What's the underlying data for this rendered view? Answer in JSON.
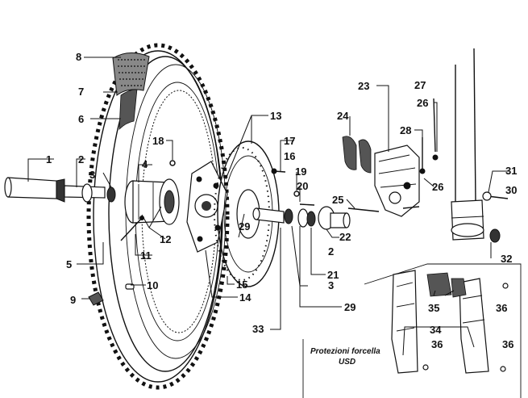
{
  "caption": {
    "line1": "Protezioni forcella",
    "line2": "USD"
  },
  "labels": [
    {
      "id": "p1",
      "text": "1"
    },
    {
      "id": "p2a",
      "text": "2"
    },
    {
      "id": "p3a",
      "text": "3"
    },
    {
      "id": "p4",
      "text": "4"
    },
    {
      "id": "p5",
      "text": "5"
    },
    {
      "id": "p6",
      "text": "6"
    },
    {
      "id": "p7",
      "text": "7"
    },
    {
      "id": "p8",
      "text": "8"
    },
    {
      "id": "p9",
      "text": "9"
    },
    {
      "id": "p10",
      "text": "10"
    },
    {
      "id": "p11",
      "text": "11"
    },
    {
      "id": "p12",
      "text": "12"
    },
    {
      "id": "p13",
      "text": "13"
    },
    {
      "id": "p14",
      "text": "14"
    },
    {
      "id": "p15",
      "text": "15"
    },
    {
      "id": "p16",
      "text": "16"
    },
    {
      "id": "p17",
      "text": "17"
    },
    {
      "id": "p18",
      "text": "18"
    },
    {
      "id": "p19",
      "text": "19"
    },
    {
      "id": "p20",
      "text": "20"
    },
    {
      "id": "p21",
      "text": "21"
    },
    {
      "id": "p22",
      "text": "22"
    },
    {
      "id": "p23",
      "text": "23"
    },
    {
      "id": "p24",
      "text": "24"
    },
    {
      "id": "p25",
      "text": "25"
    },
    {
      "id": "p26a",
      "text": "26"
    },
    {
      "id": "p26b",
      "text": "26"
    },
    {
      "id": "p27",
      "text": "27"
    },
    {
      "id": "p28",
      "text": "28"
    },
    {
      "id": "p29a",
      "text": "29"
    },
    {
      "id": "p29b",
      "text": "29"
    },
    {
      "id": "p30",
      "text": "30"
    },
    {
      "id": "p31",
      "text": "31"
    },
    {
      "id": "p32",
      "text": "32"
    },
    {
      "id": "p33",
      "text": "33"
    },
    {
      "id": "p34",
      "text": "34"
    },
    {
      "id": "p35",
      "text": "35"
    },
    {
      "id": "p36a",
      "text": "36"
    },
    {
      "id": "p36b",
      "text": "36"
    },
    {
      "id": "p36c",
      "text": "36"
    },
    {
      "id": "p2b",
      "text": "2"
    },
    {
      "id": "p3b",
      "text": "3"
    }
  ]
}
